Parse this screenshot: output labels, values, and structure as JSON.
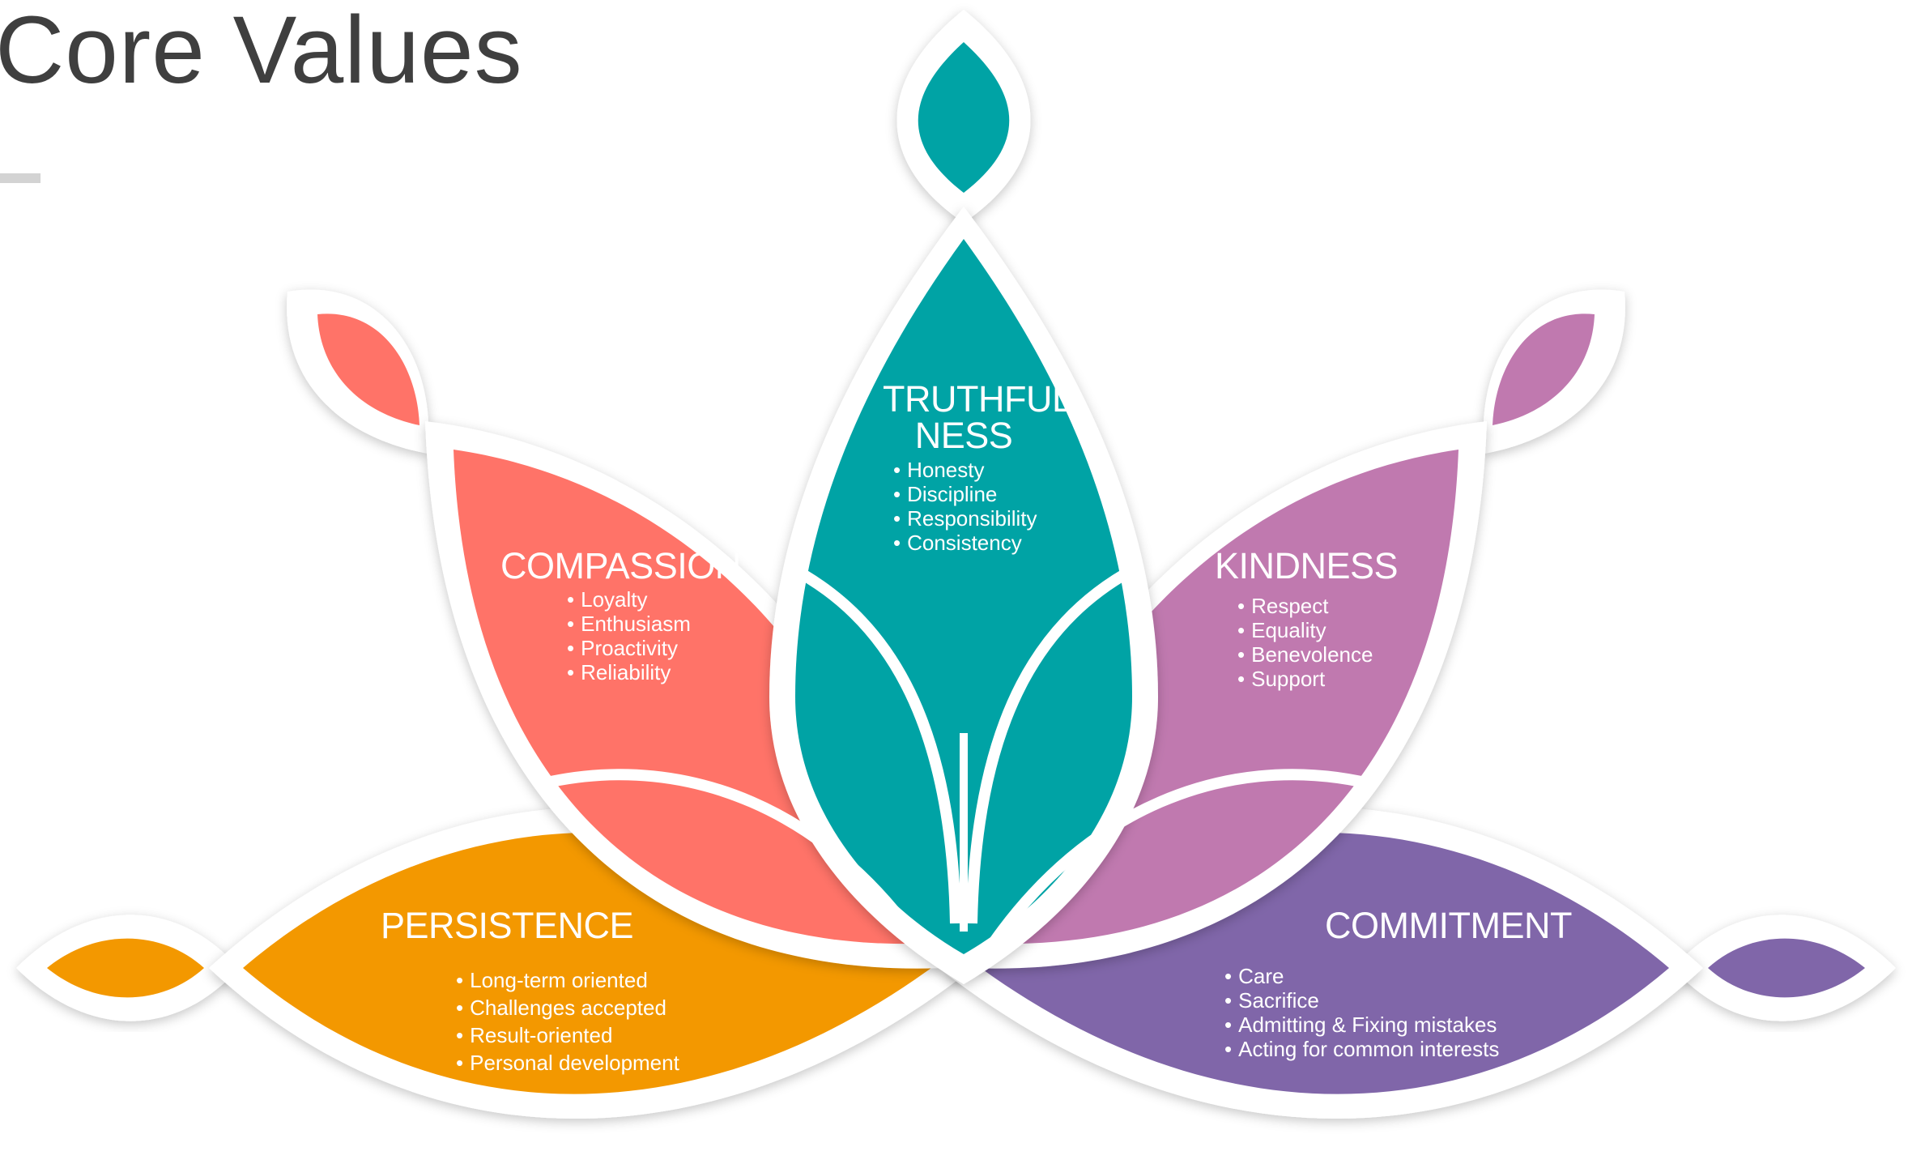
{
  "title": "r Core Values",
  "colors": {
    "truthfulness": "#00A3A5",
    "compassion": "#FF7368",
    "kindness": "#C079AF",
    "persistence": "#F39800",
    "commitment": "#8066A9",
    "title_text": "#3F3F3F",
    "title_bar": "#D3D3D3"
  },
  "petals": {
    "truthfulness": {
      "heading_line1": "TRUTHFUL-",
      "heading_line2": "NESS",
      "items": [
        "Honesty",
        "Discipline",
        "Responsibility",
        "Consistency"
      ]
    },
    "compassion": {
      "heading": "COMPASSION",
      "items": [
        "Loyalty",
        "Enthusiasm",
        "Proactivity",
        "Reliability"
      ]
    },
    "kindness": {
      "heading": "KINDNESS",
      "items": [
        "Respect",
        "Equality",
        "Benevolence",
        "Support"
      ]
    },
    "persistence": {
      "heading": "PERSISTENCE",
      "items": [
        "Long-term oriented",
        "Challenges accepted",
        "Result-oriented",
        "Personal development"
      ]
    },
    "commitment": {
      "heading": "COMMITMENT",
      "items": [
        "Care",
        "Sacrifice",
        "Admitting & Fixing mistakes",
        "Acting for common interests"
      ]
    }
  }
}
